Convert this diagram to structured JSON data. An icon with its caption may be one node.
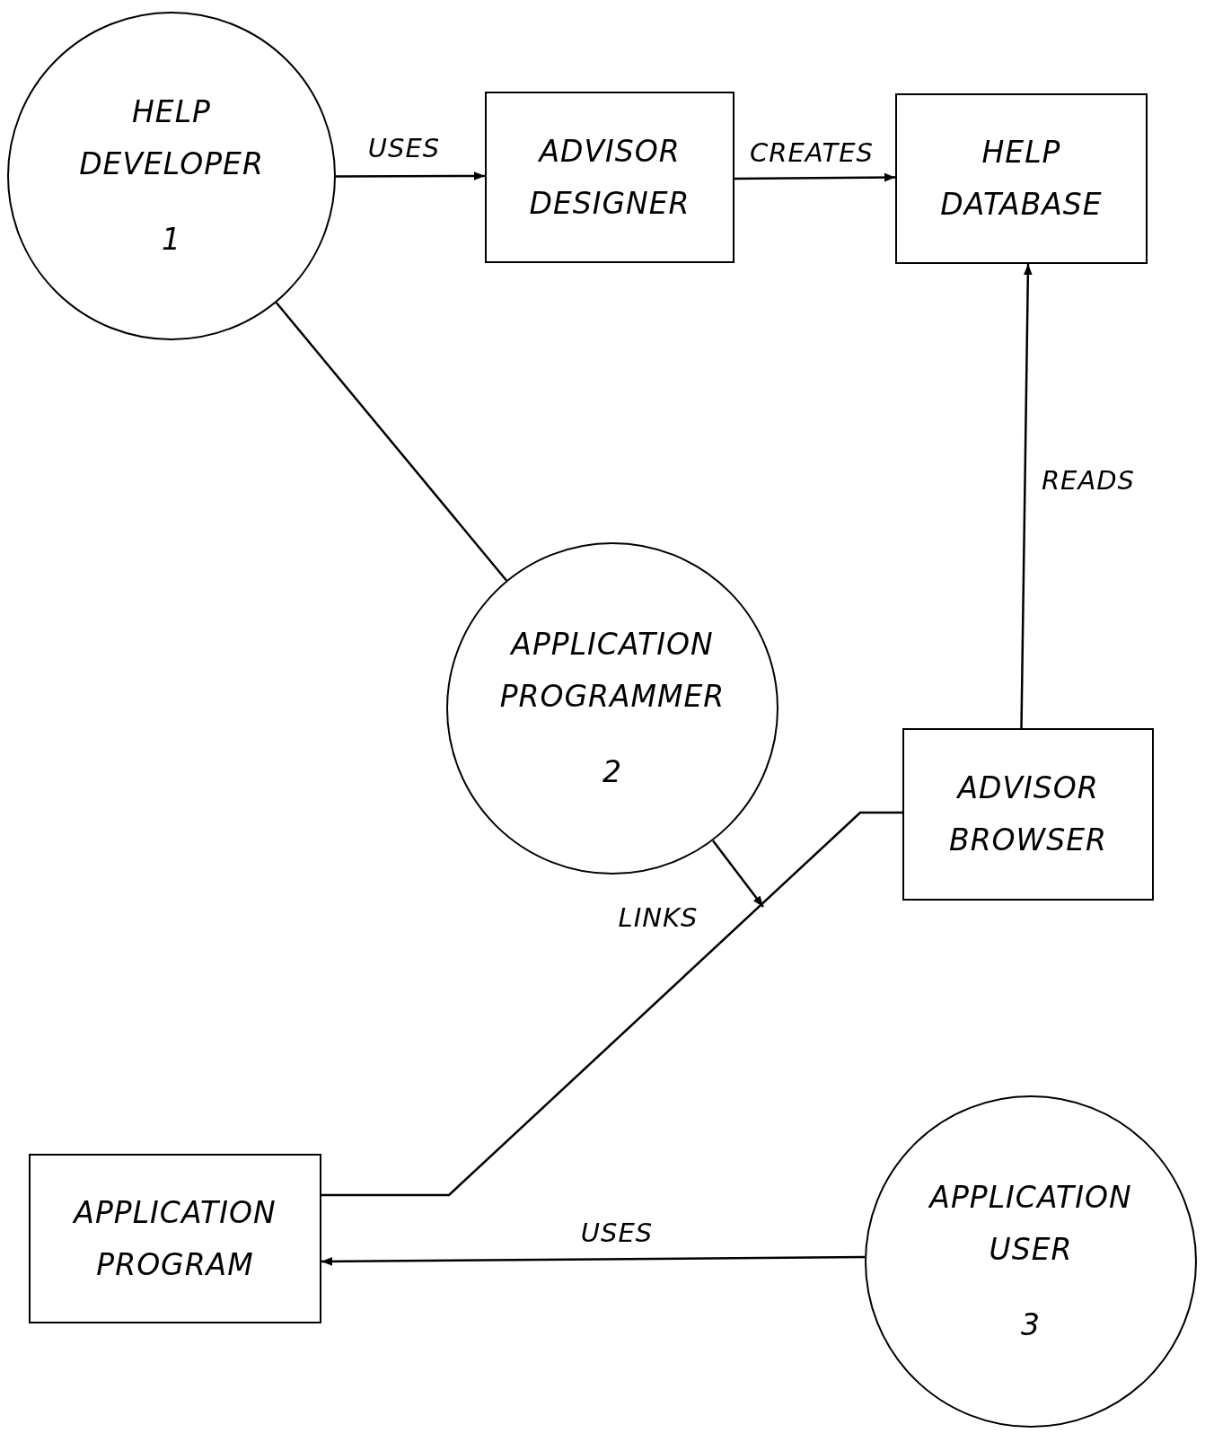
{
  "diagram": {
    "nodes": [
      {
        "text": [
          "HELP DEVELOPER",
          "1"
        ]
      },
      {
        "text": [
          "ADVISOR DESIGNER"
        ]
      },
      {
        "text": [
          "HELP DATABASE"
        ]
      },
      {
        "text": [
          "APPLICATION PROGRAMMER",
          "2"
        ]
      },
      {
        "text": [
          "ADVISOR BROWSER"
        ]
      },
      {
        "text": [
          "APPLICATION PROGRAM"
        ]
      },
      {
        "text": [
          "APPLICATION USER",
          "3"
        ]
      }
    ],
    "edges": [
      {
        "from": 0,
        "to": 1,
        "arrow": "to",
        "label": "USES"
      },
      {
        "from": 1,
        "to": 2,
        "arrow": "to",
        "label": "CREATES"
      },
      {
        "from": 4,
        "to": 2,
        "arrow": "to",
        "label": "READS"
      },
      {
        "from": 0,
        "to": 3,
        "arrow": "none"
      },
      {
        "from": 4,
        "to": 5,
        "arrow": "none"
      },
      {
        "from": 3,
        "to": null,
        "arrow": "to",
        "label": "LINKS"
      },
      {
        "from": 6,
        "to": 5,
        "arrow": "to",
        "label": "USES"
      }
    ]
  }
}
